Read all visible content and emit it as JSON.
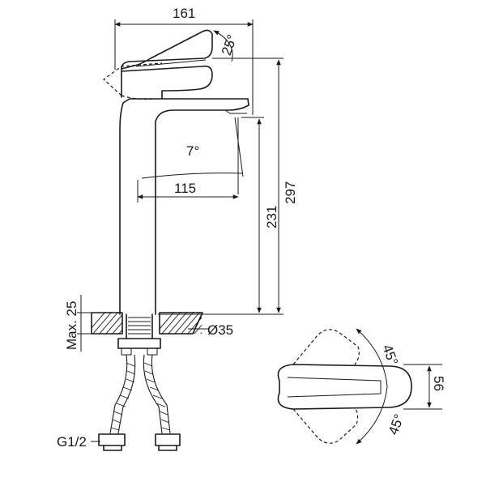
{
  "dimensions": {
    "top_width": "161",
    "lever_angle": "25°",
    "spout_angle": "7°",
    "spout_reach": "115",
    "total_height": "297",
    "spout_height": "231",
    "max_thickness": "Max. 25",
    "hole_diameter": "Ø35",
    "thread": "G1/2",
    "handle_angle_top": "45°",
    "handle_angle_bottom": "45°",
    "handle_width": "56"
  }
}
